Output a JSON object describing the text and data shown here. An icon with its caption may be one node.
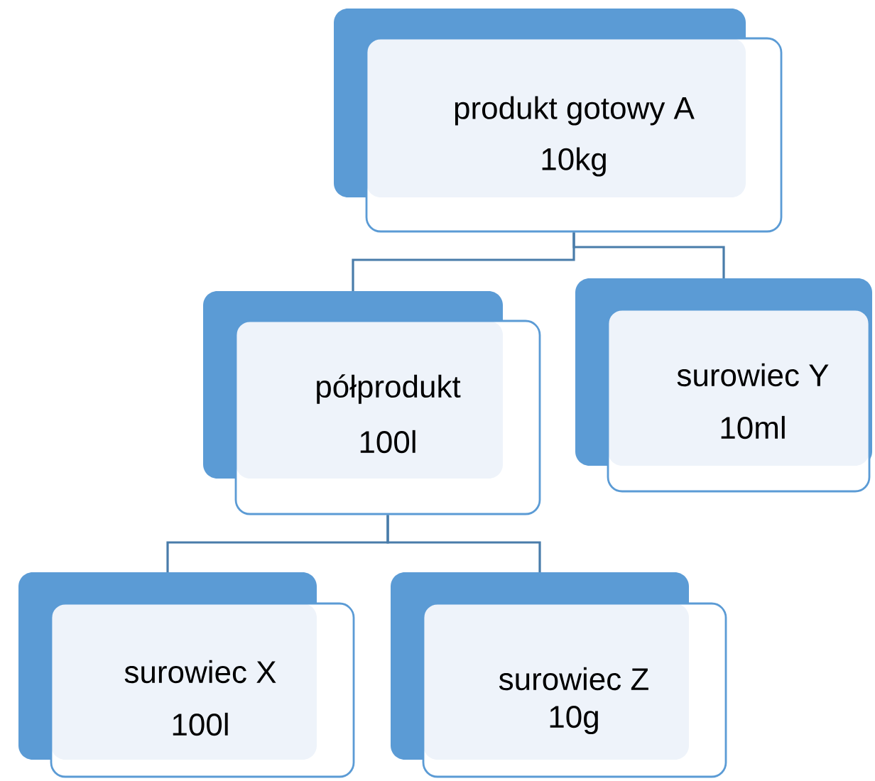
{
  "diagram": {
    "nodes": [
      {
        "text": [
          "produkt gotowy A",
          "10kg"
        ]
      },
      {
        "text": [
          "półprodukt",
          "100l"
        ]
      },
      {
        "text": [
          "surowiec Y",
          "10ml"
        ]
      },
      {
        "text": [
          "surowiec X",
          "100l"
        ]
      },
      {
        "text": [
          "surowiec Z",
          "10g"
        ]
      }
    ],
    "edges": [
      {
        "from": 0,
        "to": 1,
        "arrow": "none"
      },
      {
        "from": 0,
        "to": 2,
        "arrow": "none"
      },
      {
        "from": 1,
        "to": 3,
        "arrow": "none"
      },
      {
        "from": 1,
        "to": 4,
        "arrow": "none"
      }
    ]
  }
}
